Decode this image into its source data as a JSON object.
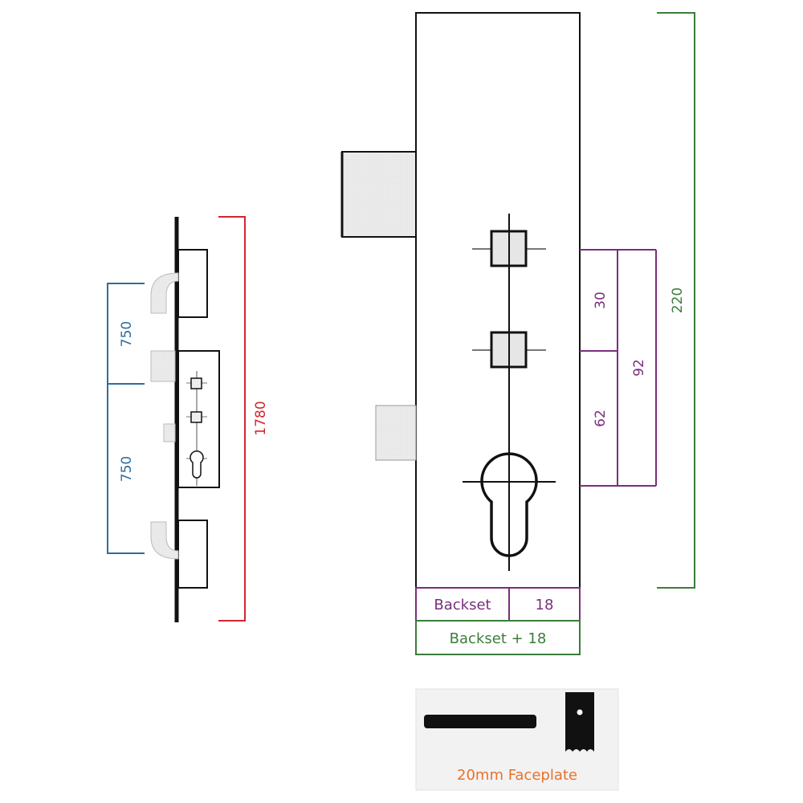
{
  "colors": {
    "outline": "#111111",
    "overall_height": "#d22630",
    "spacing": "#2e6d9e",
    "case_dims": "#7a2e7c",
    "backset": "#3b7d3b",
    "faceplate_label": "#e8722a",
    "panel_bg": "#f2f2f2"
  },
  "overview": {
    "overall_height": "1780",
    "spacing_upper": "750",
    "spacing_lower": "750"
  },
  "detail": {
    "case_height": "220",
    "handle_spacing": "30",
    "handle_to_cylinder": "62",
    "handle_to_cylinder_total": "92",
    "backset_label": "Backset",
    "faceplate_offset": "18",
    "backset_total": "Backset + 18"
  },
  "faceplate": {
    "label": "20mm Faceplate"
  }
}
